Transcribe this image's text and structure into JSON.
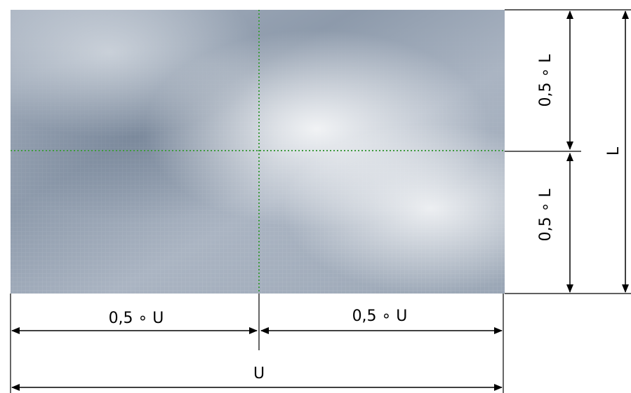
{
  "labels": {
    "half_width": "0,5 ∘ U",
    "width": "U",
    "half_length": "0,5 ∘ L",
    "length": "L"
  },
  "colors": {
    "guide_lines": "#3f9a3f",
    "dimension_lines": "#000000"
  }
}
